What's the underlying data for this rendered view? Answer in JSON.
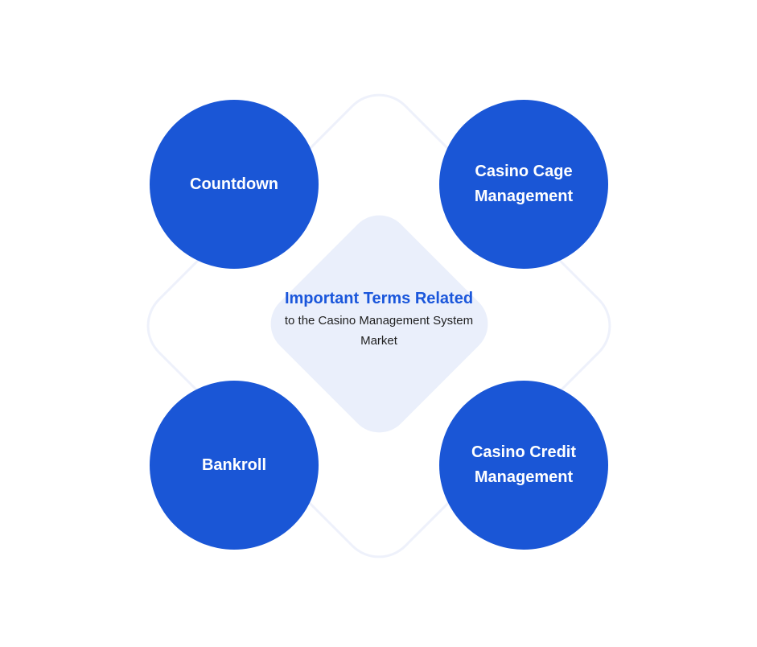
{
  "center": {
    "title": "Important Terms Related",
    "subtitle": "to the Casino Management System Market"
  },
  "terms": [
    {
      "label": "Countdown"
    },
    {
      "label": "Casino Cage Management"
    },
    {
      "label": "Bankroll"
    },
    {
      "label": "Casino Credit Management"
    }
  ],
  "colors": {
    "circle_fill": "#1a56d6",
    "title_text": "#1a56db",
    "diamond_fill": "#eaeffb",
    "outline": "#eef1fb"
  }
}
